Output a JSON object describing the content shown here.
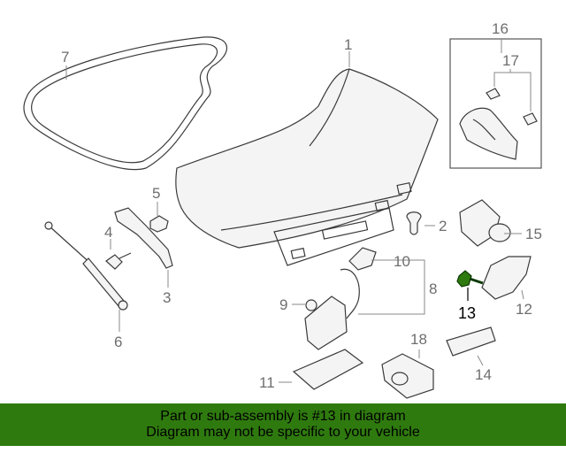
{
  "callouts": {
    "c1": "1",
    "c2": "2",
    "c3": "3",
    "c4": "4",
    "c5": "5",
    "c6": "6",
    "c7": "7",
    "c8": "8",
    "c9": "9",
    "c10": "10",
    "c11": "11",
    "c12": "12",
    "c13": "13",
    "c14": "14",
    "c15": "15",
    "c16": "16",
    "c17": "17",
    "c18": "18"
  },
  "highlight_color": "#2f7a0f",
  "banner": {
    "line1": "Part or sub-assembly is #13 in diagram",
    "line2": "Diagram may not be specific to your vehicle"
  }
}
